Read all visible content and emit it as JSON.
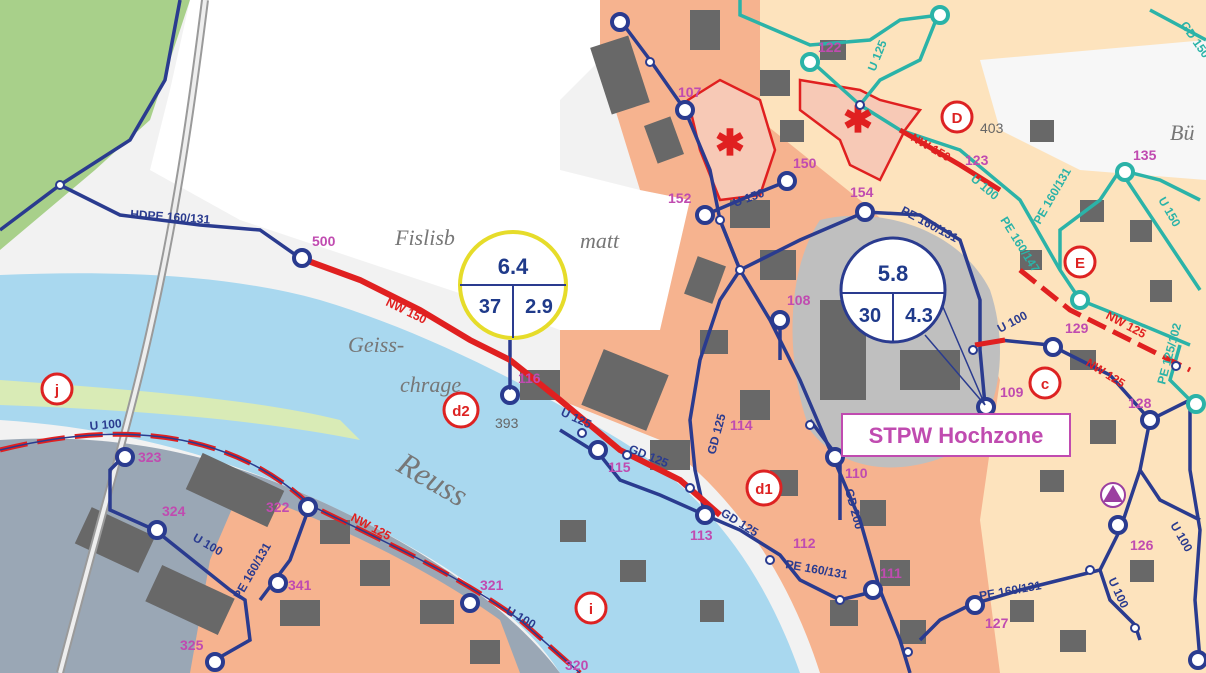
{
  "map": {
    "colors": {
      "water": "#a9d8ef",
      "built": "#f6b38f",
      "built_light": "#fde3bd",
      "building": "#686868",
      "forest": "#a8d08a",
      "pipe_blue": "#2a3b8f",
      "pipe_red": "#e02020",
      "pipe_teal": "#2bb3a8",
      "node_label": "#c04bb0"
    },
    "node_labels": [
      "107",
      "122",
      "150",
      "123",
      "135",
      "152",
      "154",
      "500",
      "108",
      "129",
      "109",
      "116",
      "114",
      "110",
      "115",
      "113",
      "112",
      "111",
      "323",
      "324",
      "322",
      "341",
      "321",
      "325",
      "320",
      "127",
      "126",
      "128"
    ],
    "pipe_labels": [
      "HDPE 160/131",
      "NW 150",
      "U 150",
      "NW 150",
      "U 125",
      "U 100",
      "PE 160/131",
      "PE 160/147",
      "PE 160/131",
      "U 150",
      "GD 150",
      "U 100",
      "NW 125",
      "NW 125",
      "PE 125/102",
      "U 125",
      "GD 125",
      "GD 125",
      "GD 125",
      "GD 200",
      "PE 160/131",
      "U 100",
      "NW 125",
      "U 100",
      "PE 160/131",
      "U 100",
      "PE 160/131",
      "U 100",
      "U 100"
    ],
    "zone_labels": [
      "D",
      "E",
      "c",
      "d1",
      "d2",
      "j",
      "i"
    ],
    "place_labels": [
      "Fislisb",
      "matt",
      "Geiss-",
      "chrage",
      "Reuss",
      "Bü",
      "403",
      "393"
    ],
    "bubbles": [
      {
        "top": "6.4",
        "left": "37",
        "right": "2.9",
        "icon": "circle-outlined-yellow"
      },
      {
        "top": "5.8",
        "left": "30",
        "right": "4.3",
        "icon": "circle-outlined-blue"
      }
    ],
    "callout": "STPW Hochzone",
    "markers": [
      "red-star-icon",
      "red-star-icon",
      "purple-triangle-icon"
    ]
  }
}
